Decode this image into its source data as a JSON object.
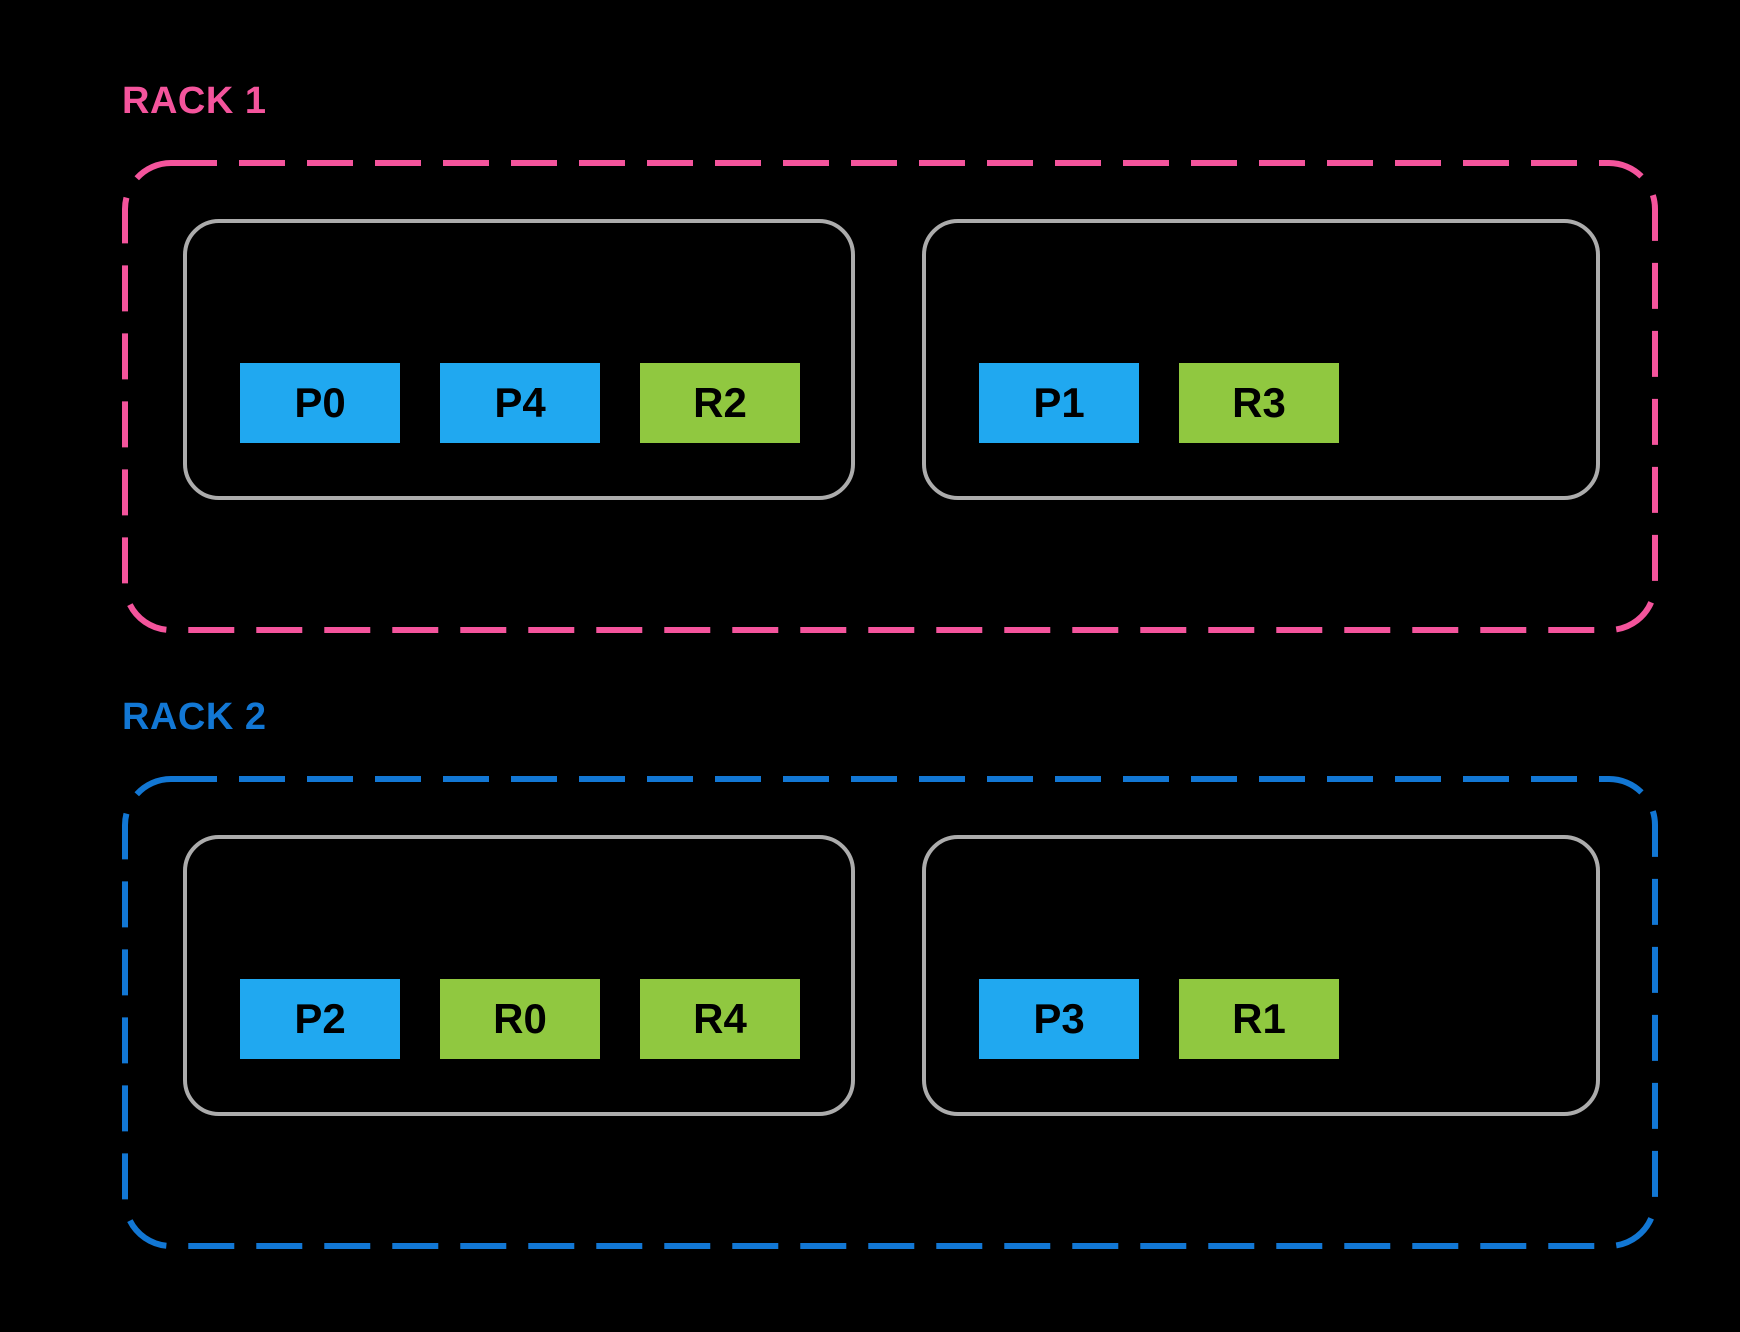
{
  "colors": {
    "background": "#000000",
    "rack1_accent": "#F4549C",
    "rack2_accent": "#1277D4",
    "node_border": "#ACACAC",
    "primary_slot": "#20A8F0",
    "replica_slot": "#90C840",
    "slot_text": "#000000"
  },
  "racks": [
    {
      "label": "RACK 1",
      "nodes": [
        {
          "slots": [
            {
              "label": "P0",
              "type": "primary"
            },
            {
              "label": "P4",
              "type": "primary"
            },
            {
              "label": "R2",
              "type": "replica"
            }
          ]
        },
        {
          "slots": [
            {
              "label": "P1",
              "type": "primary"
            },
            {
              "label": "R3",
              "type": "replica"
            }
          ]
        }
      ]
    },
    {
      "label": "RACK 2",
      "nodes": [
        {
          "slots": [
            {
              "label": "P2",
              "type": "primary"
            },
            {
              "label": "R0",
              "type": "replica"
            },
            {
              "label": "R4",
              "type": "replica"
            }
          ]
        },
        {
          "slots": [
            {
              "label": "P3",
              "type": "primary"
            },
            {
              "label": "R1",
              "type": "replica"
            }
          ]
        }
      ]
    }
  ]
}
